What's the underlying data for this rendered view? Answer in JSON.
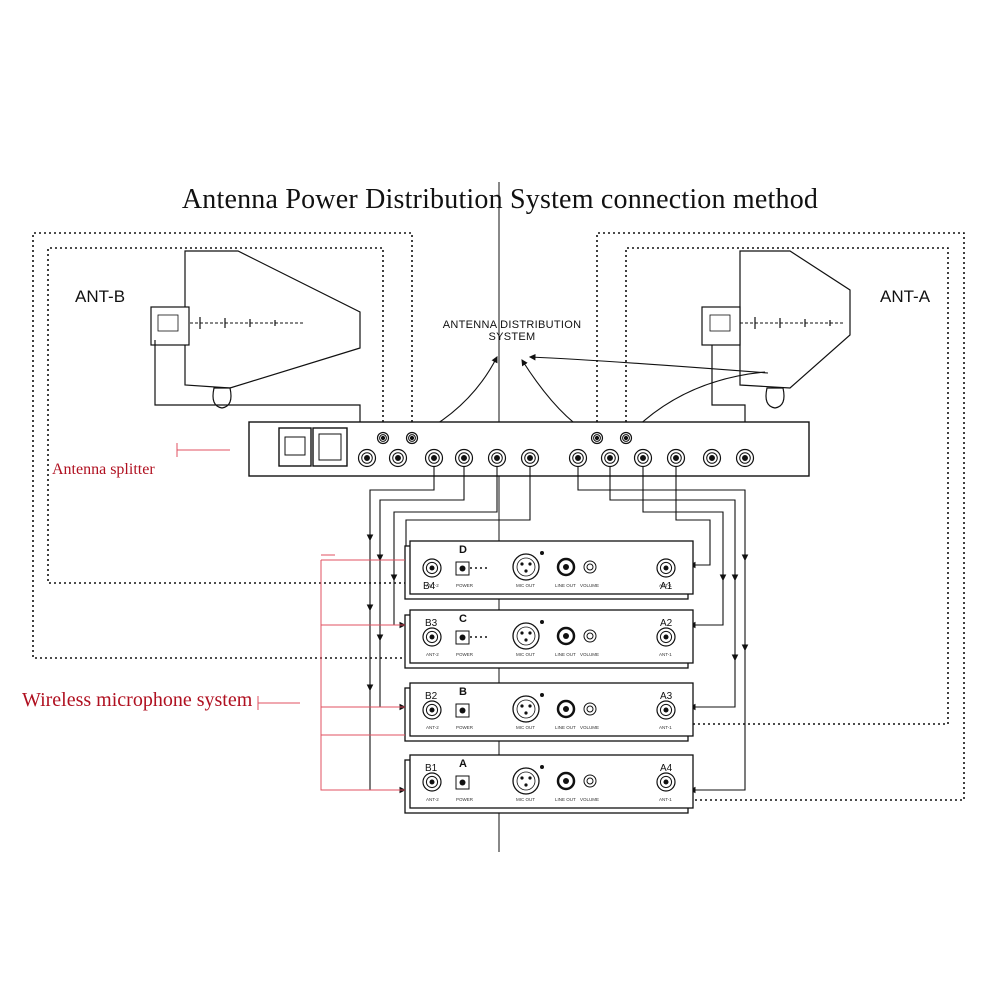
{
  "title": "Antenna Power Distribution System connection method",
  "antennas": {
    "left": "ANT-B",
    "right": "ANT-A"
  },
  "distribution_label": [
    "ANTENNA DISTRIBUTION",
    "SYSTEM"
  ],
  "antenna_splitter_label": "Antenna splitter",
  "wireless_system_label": "Wireless microphone system",
  "receivers": [
    {
      "id": "D",
      "left_channel": "B4",
      "right_channel": "A1"
    },
    {
      "id": "C",
      "left_channel": "B3",
      "right_channel": "A2"
    },
    {
      "id": "B",
      "left_channel": "B2",
      "right_channel": "A3"
    },
    {
      "id": "A",
      "left_channel": "B1",
      "right_channel": "A4"
    }
  ],
  "receiver_jack_labels": {
    "ant2": "ANT-2",
    "power": "POWER",
    "mic_out": "MIC OUT",
    "line_out": "LINE OUT",
    "volume": "VOLUME",
    "ant1": "ANT-1"
  },
  "colors": {
    "line": "#111111",
    "accent_red": "#b01020",
    "leader_red": "#e05060"
  }
}
